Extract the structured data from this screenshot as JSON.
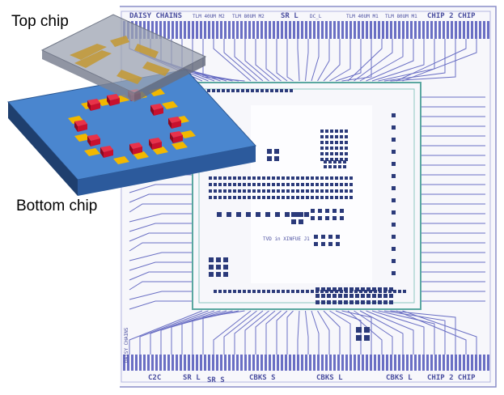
{
  "labels": {
    "top_chip": "Top chip",
    "bottom_chip": "Bottom chip"
  },
  "layout_text": {
    "top": [
      "DAISY CHAINS",
      "TLM 40UM M2",
      "TLM 80UM M2",
      "SR L",
      "DC_L",
      "TLM 40UM M1",
      "TLM 80UM M1",
      "CHIP 2 CHIP"
    ],
    "bottom": [
      "C2C",
      "SR L",
      "SR S",
      "CBKS S",
      "CBKS L",
      "CBKS L",
      "CHIP 2 CHIP"
    ],
    "side": "DAISY CHAINS",
    "center": "TVD in XINFUE J1"
  },
  "colors": {
    "mask_line": "#6a6fc4",
    "mask_dark": "#2b3a7a",
    "mask_green": "#5aa7a0",
    "substrate_top": "#4a86cf",
    "substrate_front": "#2c5a9c",
    "substrate_side": "#1f3f6e",
    "pad_gold": "#f2b800",
    "bump_red": "#c8102e",
    "glass": "#9ca3b2",
    "trace_gold": "#c29a3a"
  }
}
